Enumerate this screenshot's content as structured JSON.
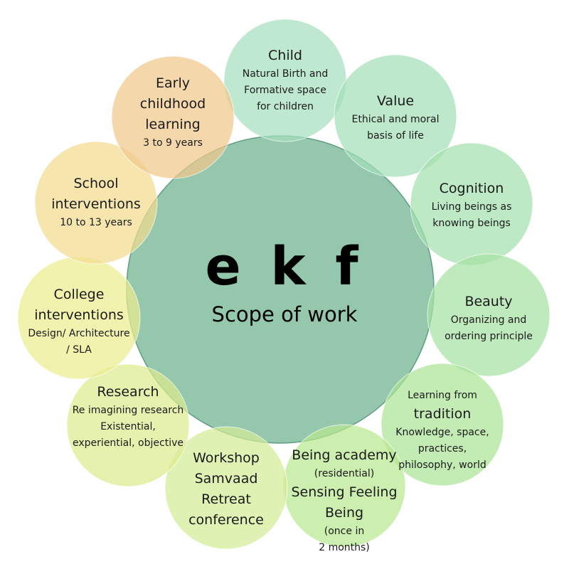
{
  "center": {
    "title": "e k f",
    "subtitle": "Scope of work",
    "fill": "#8fc4a9",
    "stroke": "#5e9e82"
  },
  "nodes": [
    {
      "id": "child",
      "color": "#a6dfbf",
      "lines": [
        {
          "text": "Child",
          "size": "big"
        },
        {
          "text": "Natural Birth and",
          "size": "small"
        },
        {
          "text": "Formative space",
          "size": "small"
        },
        {
          "text": "for children",
          "size": "small"
        }
      ]
    },
    {
      "id": "value",
      "color": "#a4dfb7",
      "lines": [
        {
          "text": "Value",
          "size": "big"
        },
        {
          "text": "Ethical and moral",
          "size": "small"
        },
        {
          "text": "basis of life",
          "size": "small"
        }
      ]
    },
    {
      "id": "cognition",
      "color": "#a3e0ae",
      "lines": [
        {
          "text": "Cognition",
          "size": "big"
        },
        {
          "text": "Living beings as",
          "size": "small"
        },
        {
          "text": "knowing beings",
          "size": "small"
        }
      ]
    },
    {
      "id": "beauty",
      "color": "#a6e2a3",
      "lines": [
        {
          "text": "Beauty",
          "size": "big"
        },
        {
          "text": "Organizing and",
          "size": "small"
        },
        {
          "text": "ordering principle",
          "size": "small"
        }
      ]
    },
    {
      "id": "tradition",
      "color": "#ace497",
      "lines": [
        {
          "text": "Learning from",
          "size": "small"
        },
        {
          "text": "tradition",
          "size": "big"
        },
        {
          "text": "Knowledge, space,",
          "size": "small"
        },
        {
          "text": "practices,",
          "size": "small"
        },
        {
          "text": "philosophy, world",
          "size": "small"
        }
      ]
    },
    {
      "id": "being-academy",
      "color": "#b9e88f",
      "lines": [
        {
          "text": "Being academy",
          "size": "big"
        },
        {
          "text": "(residential)",
          "size": "small"
        },
        {
          "text": "Sensing Feeling",
          "size": "big"
        },
        {
          "text": "Being",
          "size": "big"
        },
        {
          "text": "(once in",
          "size": "small"
        },
        {
          "text": "2 months)",
          "size": "small"
        }
      ]
    },
    {
      "id": "workshop",
      "color": "#d2ec96",
      "lines": [
        {
          "text": "Workshop",
          "size": "big"
        },
        {
          "text": "Samvaad",
          "size": "big"
        },
        {
          "text": "Retreat",
          "size": "big"
        },
        {
          "text": "conference",
          "size": "big"
        }
      ]
    },
    {
      "id": "research",
      "color": "#dcec8f",
      "lines": [
        {
          "text": "Research",
          "size": "big"
        },
        {
          "text": "Re imagining research",
          "size": "small"
        },
        {
          "text": "Existential,",
          "size": "small"
        },
        {
          "text": "experiential, objective",
          "size": "small"
        }
      ]
    },
    {
      "id": "college",
      "color": "#eced8e",
      "lines": [
        {
          "text": "College",
          "size": "big"
        },
        {
          "text": "interventions",
          "size": "big"
        },
        {
          "text": "Design/ Architecture",
          "size": "small"
        },
        {
          "text": "/ SLA",
          "size": "small"
        }
      ]
    },
    {
      "id": "school",
      "color": "#f2dd8f",
      "lines": [
        {
          "text": "School",
          "size": "big"
        },
        {
          "text": "interventions",
          "size": "big"
        },
        {
          "text": "10 to 13 years",
          "size": "small"
        }
      ]
    },
    {
      "id": "early-childhood",
      "color": "#f1c78c",
      "lines": [
        {
          "text": "Early",
          "size": "big"
        },
        {
          "text": "childhood",
          "size": "big"
        },
        {
          "text": "learning",
          "size": "big"
        },
        {
          "text": "3 to 9 years",
          "size": "small"
        }
      ]
    }
  ]
}
